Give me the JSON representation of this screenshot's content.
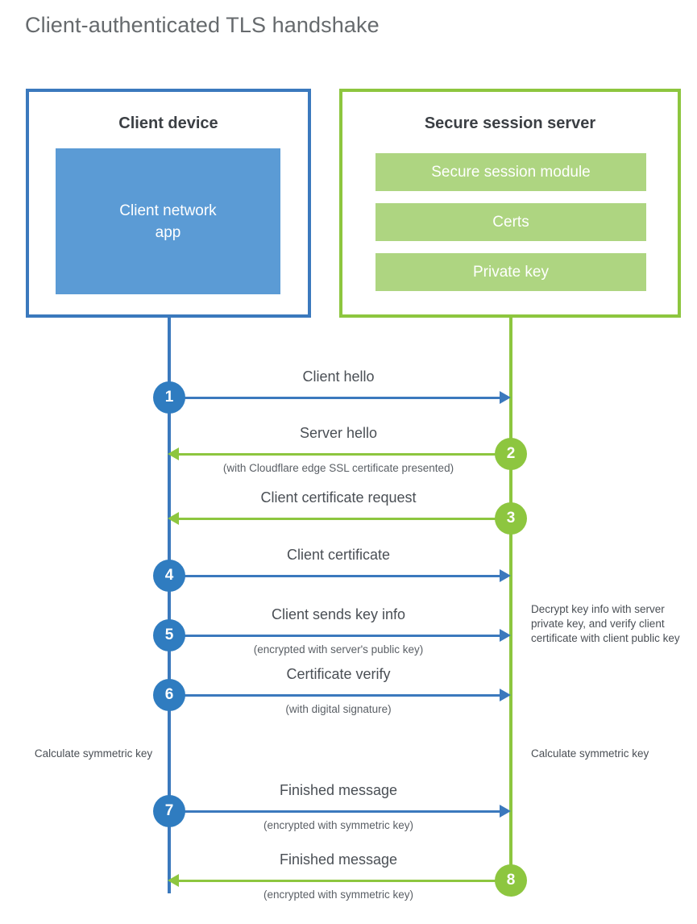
{
  "title": "Client-authenticated TLS handshake",
  "colors": {
    "client_border": "#3b79bd",
    "client_app_fill": "#5b9bd5",
    "server_border": "#8dc63f",
    "server_bar_fill": "#aed581",
    "client_circle": "#2f7cc0",
    "server_circle": "#8dc63f",
    "title_text": "#666a6d",
    "body_text": "#4a4f55"
  },
  "client": {
    "title": "Client device",
    "app_label": "Client network app"
  },
  "server": {
    "title": "Secure session server",
    "components": [
      {
        "label": "Secure session module"
      },
      {
        "label": "Certs"
      },
      {
        "label": "Private key"
      }
    ]
  },
  "steps": [
    {
      "number": "1",
      "label": "Client hello",
      "sublabel": "",
      "direction": "client-to-server",
      "color": "#3b79bd"
    },
    {
      "number": "2",
      "label": "Server hello",
      "sublabel": "(with Cloudflare edge SSL certificate presented)",
      "direction": "server-to-client",
      "color": "#8dc63f"
    },
    {
      "number": "3",
      "label": "Client certificate request",
      "sublabel": "",
      "direction": "server-to-client",
      "color": "#8dc63f"
    },
    {
      "number": "4",
      "label": "Client certificate",
      "sublabel": "",
      "direction": "client-to-server",
      "color": "#3b79bd"
    },
    {
      "number": "5",
      "label": "Client sends key info",
      "sublabel": "(encrypted with server's public key)",
      "direction": "client-to-server",
      "color": "#3b79bd"
    },
    {
      "number": "6",
      "label": "Certificate verify",
      "sublabel": "(with digital signature)",
      "direction": "client-to-server",
      "color": "#3b79bd"
    },
    {
      "number": "7",
      "label": "Finished message",
      "sublabel": "(encrypted with symmetric key)",
      "direction": "client-to-server",
      "color": "#3b79bd"
    },
    {
      "number": "8",
      "label": "Finished message",
      "sublabel": "(encrypted with symmetric key)",
      "direction": "server-to-client",
      "color": "#8dc63f"
    }
  ],
  "annotations": {
    "server_decrypt": "Decrypt key info with server private key, and verify client certificate with client public key",
    "client_symmetric": "Calculate symmetric key",
    "server_symmetric": "Calculate symmetric key"
  }
}
